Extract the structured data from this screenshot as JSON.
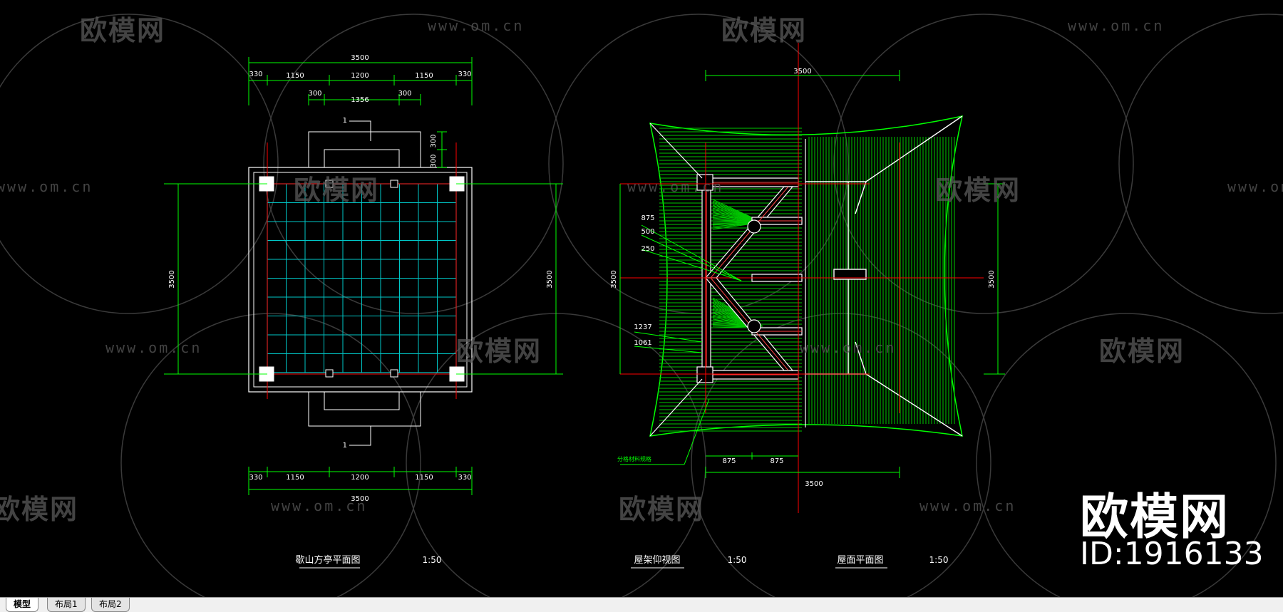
{
  "watermark": {
    "brand": "欧模网",
    "url": "www.om.cn"
  },
  "logo": {
    "brand": "欧模网",
    "id": "ID:1916133"
  },
  "plan": {
    "dims_top": {
      "total": "3500",
      "segments": [
        "330",
        "1150",
        "1200",
        "1150",
        "330"
      ],
      "inner": [
        "300",
        "1356",
        "300"
      ]
    },
    "dims_side": {
      "a": "300",
      "b": "300"
    },
    "dims_bottom": {
      "total": "3500",
      "segments": [
        "330",
        "1150",
        "1200",
        "1150",
        "330"
      ]
    },
    "dim_left": "3500",
    "dim_right": "3500",
    "section_top": "1",
    "section_bottom": "1",
    "title": "歇山方亭平面图",
    "scale": "1:50"
  },
  "roof_frame": {
    "dim_top": "3500",
    "dim_left": "3500",
    "dims_left_labels": [
      "875",
      "500",
      "250",
      "1237",
      "1061"
    ],
    "dims_bottom": [
      "875",
      "875"
    ],
    "dim_bottom_total": "3500",
    "note": "分格材料规格",
    "title": "屋架仰视图",
    "scale": "1:50"
  },
  "roof_plan": {
    "dim_right": "3500",
    "title": "屋面平面图",
    "scale": "1:50"
  },
  "tabs": [
    {
      "label": "模型",
      "active": true
    },
    {
      "label": "布局1",
      "active": false
    },
    {
      "label": "布局2",
      "active": false
    }
  ],
  "colors": {
    "background": "#000000",
    "dim_green": "#00ff00",
    "axis_red": "#ff0000",
    "grid_cyan": "#00c8c8",
    "roof_green": "#00ff00",
    "text_white": "#ffffff",
    "watermark": "#5a5a5a",
    "beam_red": "#c80000"
  }
}
